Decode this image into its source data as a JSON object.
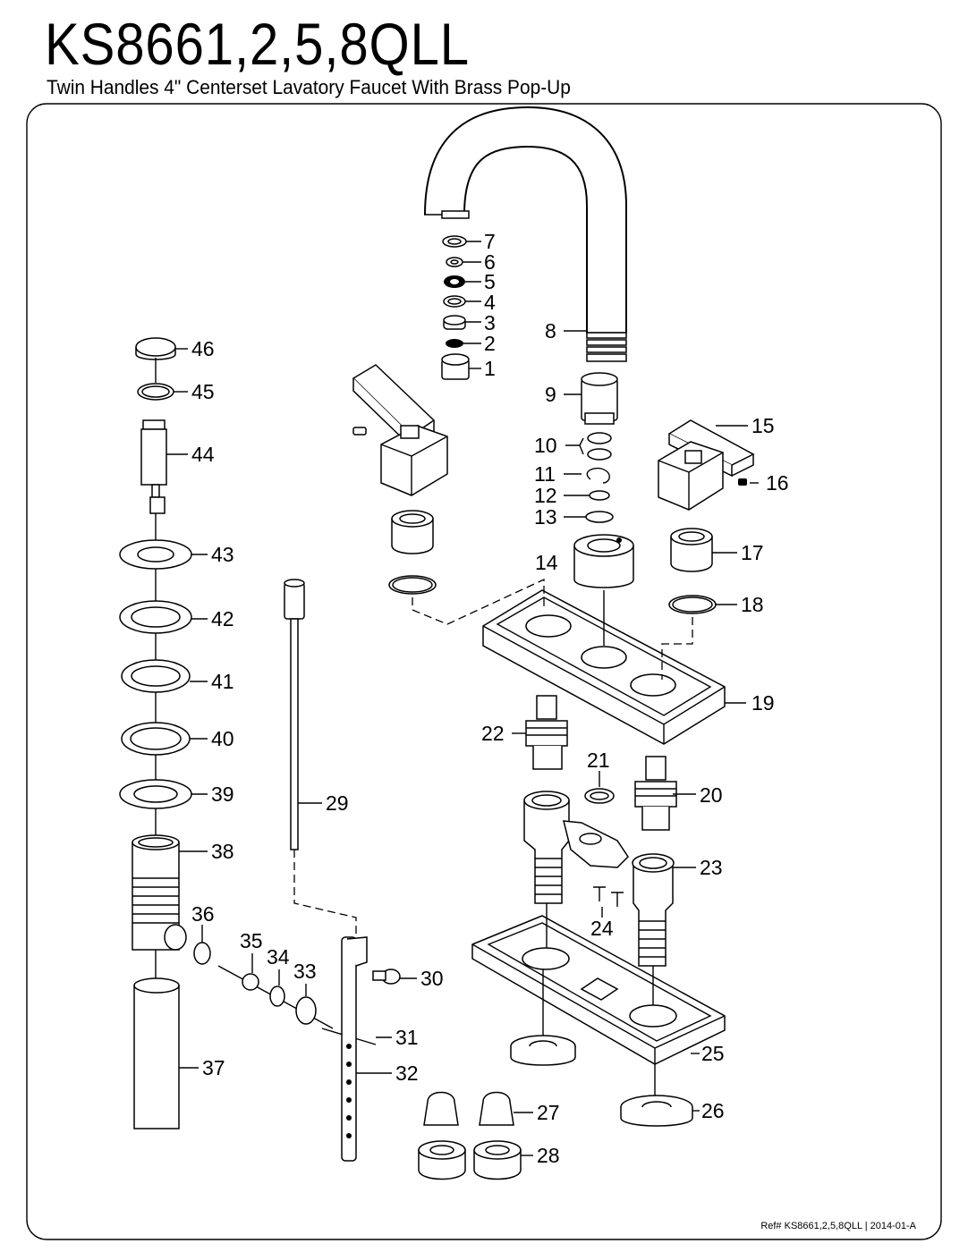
{
  "header": {
    "model": "KS8661,2,5,8QLL",
    "description": "Twin Handles 4\" Centerset Lavatory Faucet With Brass Pop-Up"
  },
  "footer": {
    "reference": "Ref# KS8661,2,5,8QLL | 2014-01-A"
  },
  "part_numbers": [
    "1",
    "2",
    "3",
    "4",
    "5",
    "6",
    "7",
    "8",
    "9",
    "10",
    "11",
    "12",
    "13",
    "14",
    "15",
    "16",
    "17",
    "18",
    "19",
    "20",
    "21",
    "22",
    "23",
    "24",
    "25",
    "26",
    "27",
    "28",
    "29",
    "30",
    "31",
    "32",
    "33",
    "34",
    "35",
    "36",
    "37",
    "38",
    "39",
    "40",
    "41",
    "42",
    "43",
    "44",
    "45",
    "46"
  ]
}
